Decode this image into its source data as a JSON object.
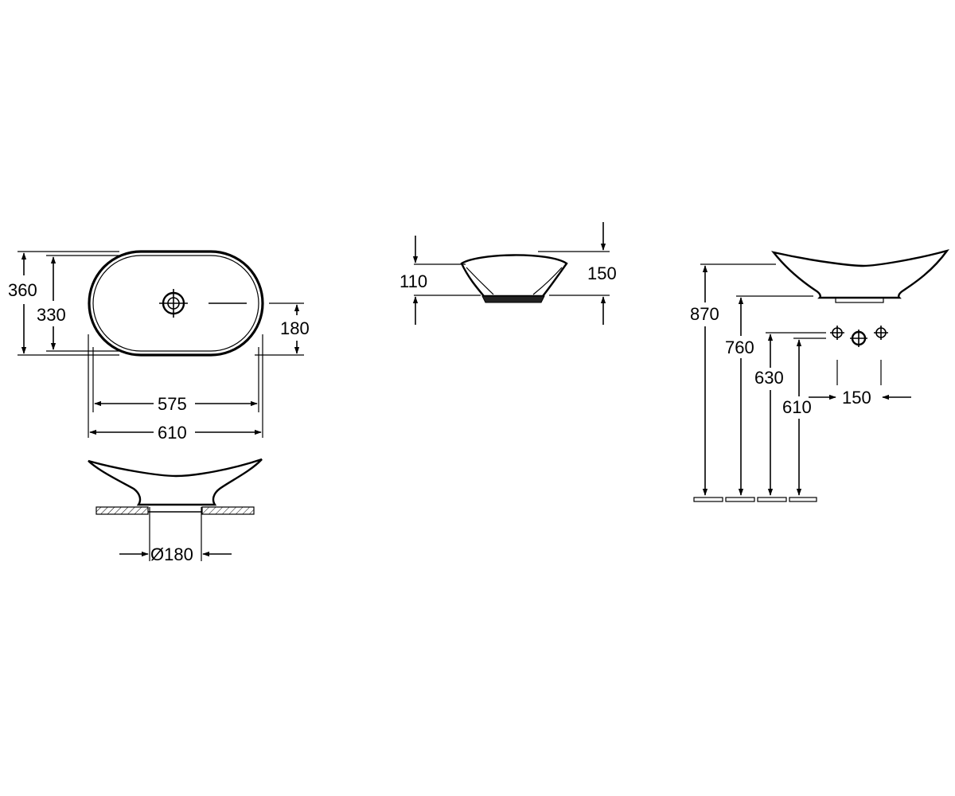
{
  "views": {
    "top_view": {
      "outer_depth": "360",
      "inner_depth": "330",
      "drain_offset": "180",
      "inner_length": "575",
      "outer_length": "610"
    },
    "front_view": {
      "drain_diameter": "Ø180"
    },
    "side_view": {
      "bowl_height": "110",
      "overall_height": "150"
    },
    "installation_view": {
      "rim_height": "870",
      "bottom_height": "760",
      "tap_height": "630",
      "tap_height_lower": "610",
      "tap_spacing": "150"
    }
  }
}
